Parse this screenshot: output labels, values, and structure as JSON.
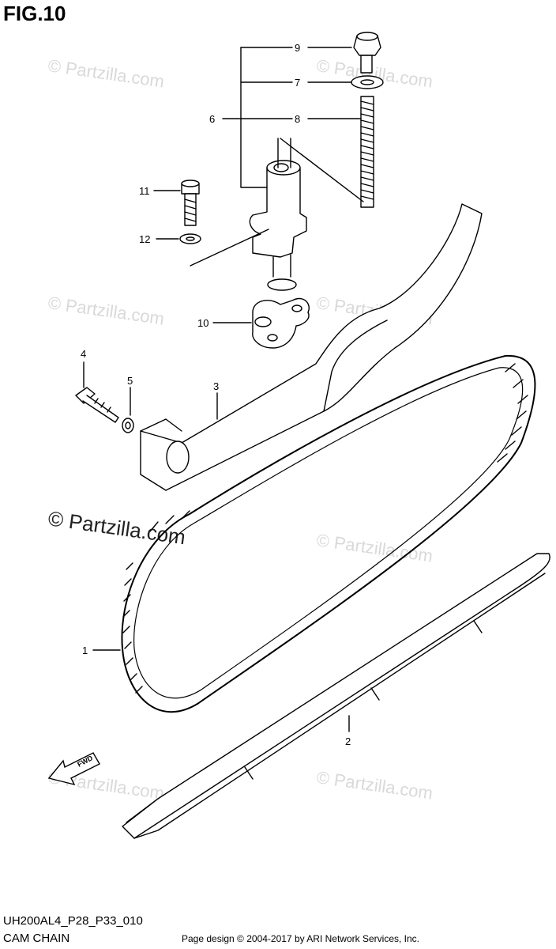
{
  "figure": {
    "title": "FIG.10"
  },
  "callouts": [
    {
      "id": "9",
      "label": "9"
    },
    {
      "id": "7",
      "label": "7"
    },
    {
      "id": "6",
      "label": "6"
    },
    {
      "id": "8",
      "label": "8"
    },
    {
      "id": "11",
      "label": "11"
    },
    {
      "id": "12",
      "label": "12"
    },
    {
      "id": "10",
      "label": "10"
    },
    {
      "id": "4",
      "label": "4"
    },
    {
      "id": "5",
      "label": "5"
    },
    {
      "id": "3",
      "label": "3"
    },
    {
      "id": "1",
      "label": "1"
    },
    {
      "id": "2",
      "label": "2"
    }
  ],
  "watermark": {
    "text": "© Partzilla.com"
  },
  "direction_marker": {
    "text": "FWD"
  },
  "footer": {
    "code": "UH200AL4_P28_P33_010",
    "name": "CAM CHAIN",
    "credit": "Page design © 2004-2017 by ARI Network Services, Inc."
  }
}
